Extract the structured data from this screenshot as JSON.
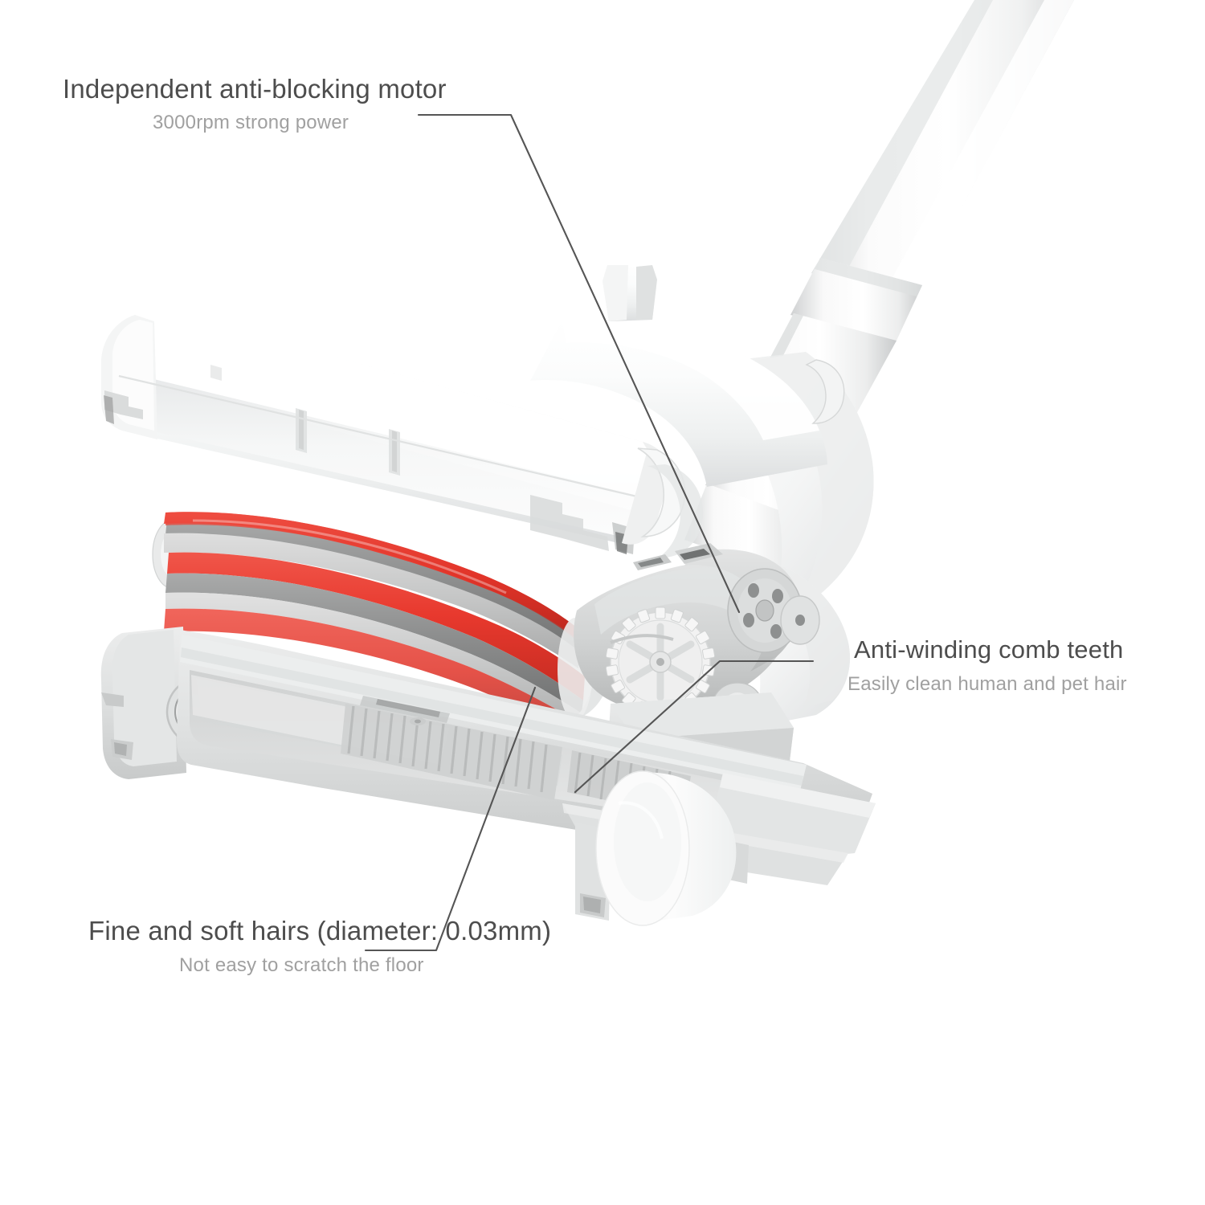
{
  "page": {
    "kind": "product-exploded-diagram",
    "subject": "Vacuum cleaner motorized brush head",
    "background_color": "#ffffff"
  },
  "colors": {
    "title_text": "#4d4d4d",
    "subtitle_text": "#a0a0a0",
    "leader_line": "#555555",
    "brush_red": "#e8392e",
    "brush_red_dark": "#c6281f",
    "brush_gray": "#8c8c8c",
    "brush_gray_light": "#c9c9c9",
    "housing_white": "#ffffff",
    "housing_shade": "#e9eaea",
    "base_gray": "#d8d9d9",
    "base_gray_dark": "#bfc1c1",
    "gear_white": "#f2f2f2"
  },
  "callouts": [
    {
      "id": "motor",
      "title": "Independent anti-blocking motor",
      "subtitle": "3000rpm strong power",
      "position": "top-left",
      "points_to": "motor-gearbox-assembly"
    },
    {
      "id": "comb",
      "title": "Anti-winding comb teeth",
      "subtitle": "Easily clean human and pet hair",
      "position": "middle-right",
      "points_to": "comb-teeth-on-base-plate"
    },
    {
      "id": "hairs",
      "title": "Fine and soft hairs (diameter: 0.03mm)",
      "subtitle": "Not easy to scratch the floor",
      "position": "bottom-left",
      "points_to": "brush-roll-bristles"
    }
  ],
  "parts": [
    {
      "name": "upper-cover",
      "label": "Upper brush housing cover"
    },
    {
      "name": "brush-roll",
      "label": "Helical brush roller with red and gray bristle strips"
    },
    {
      "name": "base-plate",
      "label": "Lower base plate with comb teeth"
    },
    {
      "name": "motor-gearbox",
      "label": "Independent anti-blocking motor and gearbox"
    },
    {
      "name": "drive-gear",
      "label": "Toothed drive gear"
    },
    {
      "name": "swivel-joint",
      "label": "Swivel joint"
    },
    {
      "name": "wand-tube",
      "label": "Extension wand tube"
    },
    {
      "name": "roller-wheel",
      "label": "Front roller wheel"
    },
    {
      "name": "end-cap-bearing",
      "label": "Brush roll end cap bearing"
    }
  ],
  "icons": {
    "leader_line": "leader-line-icon"
  }
}
